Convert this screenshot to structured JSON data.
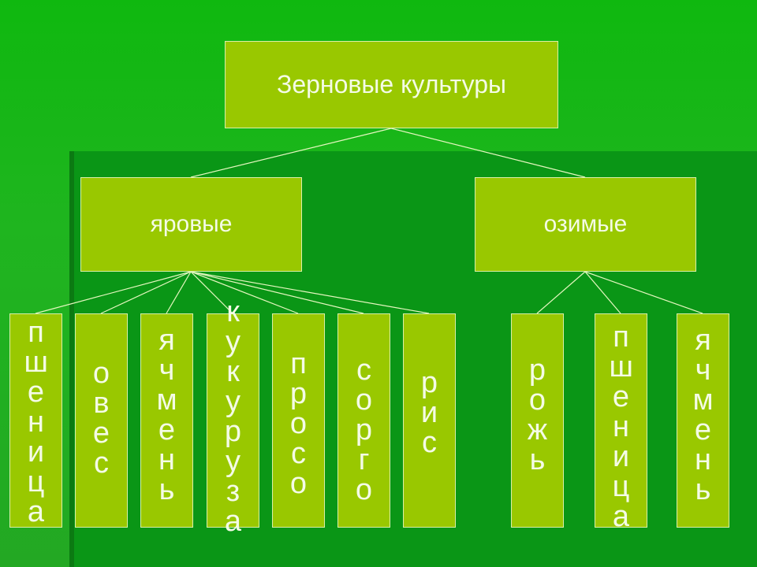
{
  "root": {
    "label": "Зерновые культуры"
  },
  "groups": [
    {
      "label": "яровые",
      "leaves": [
        {
          "word": "пшеница",
          "letters": [
            "п",
            "ш",
            "е",
            "н",
            "и",
            "ц",
            "а"
          ]
        },
        {
          "word": "овес",
          "letters": [
            "о",
            "в",
            "е",
            "с"
          ]
        },
        {
          "word": "ячмень",
          "letters": [
            "я",
            "ч",
            "м",
            "е",
            "н",
            "ь"
          ]
        },
        {
          "word": "кукуруза",
          "letters": [
            "к",
            "у",
            "к",
            "у",
            "р",
            "у",
            "з",
            "а"
          ]
        },
        {
          "word": "просо",
          "letters": [
            "п",
            "р",
            "о",
            "с",
            "о"
          ]
        },
        {
          "word": "сорго",
          "letters": [
            "с",
            "о",
            "рг",
            "о"
          ]
        },
        {
          "word": "рис",
          "letters": [
            "р",
            "и",
            "с"
          ]
        }
      ]
    },
    {
      "label": "озимые",
      "leaves": [
        {
          "word": "рожь",
          "letters": [
            "р",
            "о",
            "ж",
            "ь"
          ]
        },
        {
          "word": "пшеница",
          "letters": [
            "п",
            "ш",
            "е",
            "н",
            "и",
            "ц",
            "а"
          ]
        },
        {
          "word": "ячмень",
          "letters": [
            "я",
            "ч",
            "м",
            "е",
            "н",
            "ь"
          ]
        }
      ]
    }
  ],
  "colors": {
    "box": "#99c800",
    "background": "#1fb51f",
    "panel": "#0a9616",
    "line": "#e6f7c0"
  }
}
